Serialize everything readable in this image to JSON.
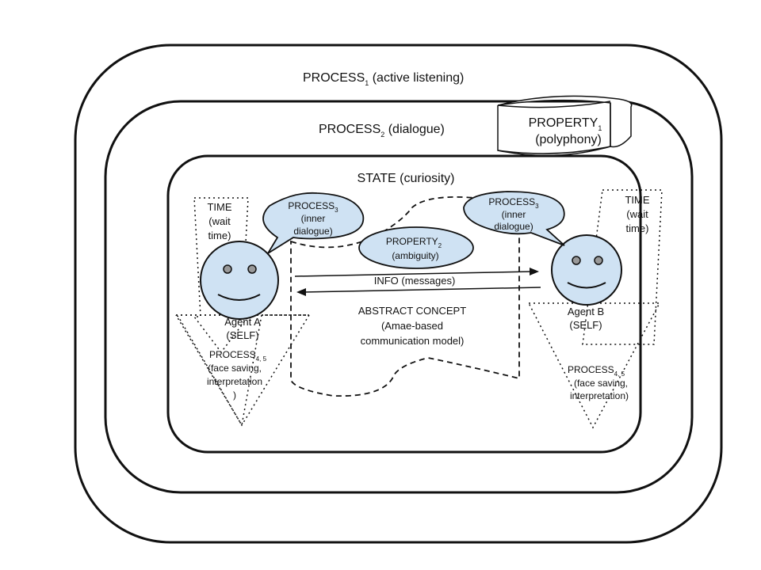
{
  "colors": {
    "line": "#111111",
    "face_fill": "#cfe2f3",
    "bubble_fill": "#cfe2f3",
    "background": "#ffffff"
  },
  "process1": {
    "main": "PROCESS",
    "sub": "1",
    "rest": " (active listening)"
  },
  "process2": {
    "main": "PROCESS",
    "sub": "2",
    "rest": " (dialogue)"
  },
  "property1": {
    "main": "PROPERTY",
    "sub": "1",
    "line2": "(polyphony)"
  },
  "state": "STATE (curiosity)",
  "time_a": [
    "TIME",
    "(wait",
    "time)"
  ],
  "time_b": [
    "TIME",
    "(wait",
    "time)"
  ],
  "process3_a": {
    "main": "PROCESS",
    "sub": "3",
    "line2": "(inner",
    "line3": "dialogue)"
  },
  "process3_b": {
    "main": "PROCESS",
    "sub": "3",
    "line2": "(inner",
    "line3": "dialogue)"
  },
  "property2": {
    "main": "PROPERTY",
    "sub": "2",
    "line2": "(ambiguity)"
  },
  "info": "INFO (messages)",
  "abstract": [
    "ABSTRACT CONCEPT",
    "(Amae-based",
    "communication model)"
  ],
  "agent_a": [
    "Agent A",
    "(SELF)"
  ],
  "agent_b": [
    "Agent B",
    "(SELF)"
  ],
  "process45_a": {
    "main": "PROCESS",
    "sub": "4, 5",
    "lines": [
      "(face saving,",
      "interpretation",
      ")"
    ]
  },
  "process45_b": {
    "main": "PROCESS",
    "sub": "4, 5",
    "lines": [
      "(face saving,",
      "interpretation)"
    ]
  }
}
